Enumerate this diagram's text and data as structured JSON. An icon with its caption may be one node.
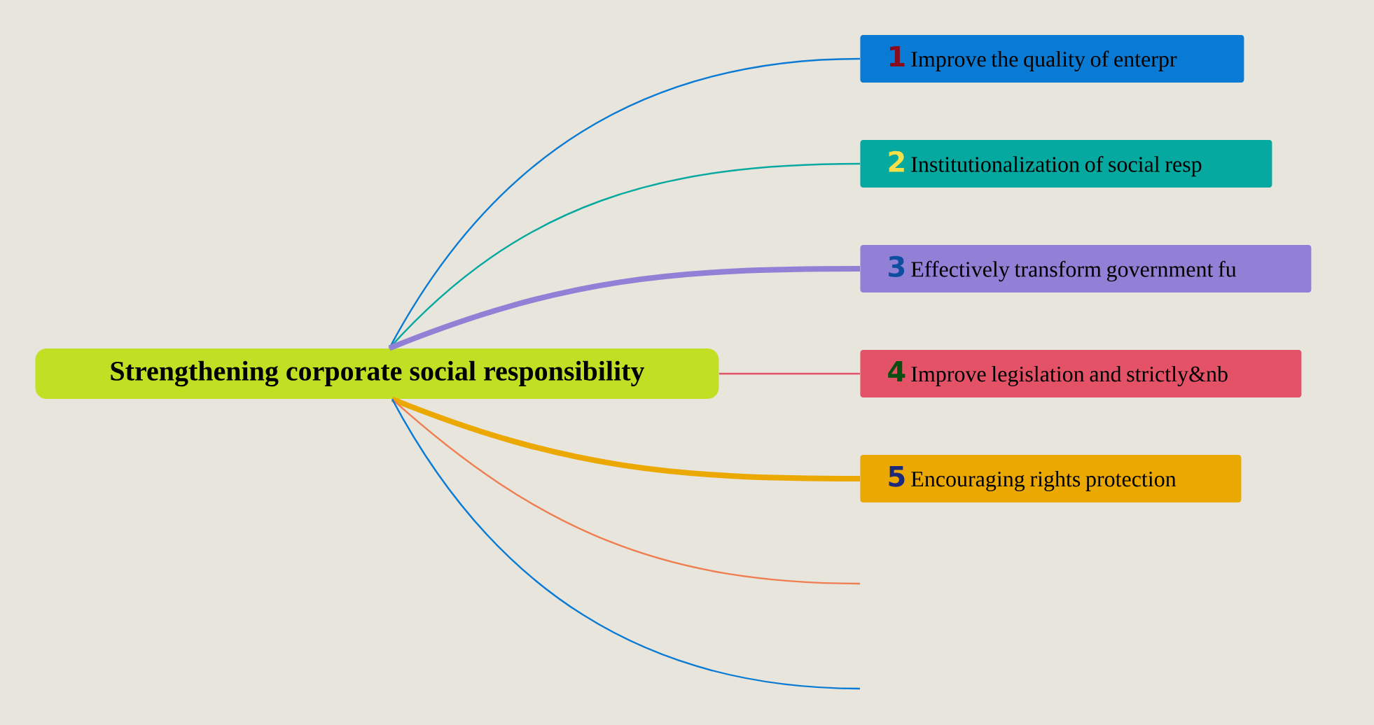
{
  "diagram": {
    "nodes": [
      {
        "text": [
          "Strengthening corporate social responsibility"
        ]
      },
      {
        "text": [
          "1",
          "Improve the quality of enterpr"
        ]
      },
      {
        "text": [
          "2",
          "Institutionalization of social resp"
        ]
      },
      {
        "text": [
          "3",
          "Effectively transform government fu"
        ]
      },
      {
        "text": [
          "4",
          "Improve legislation and strictly&nb"
        ]
      },
      {
        "text": [
          "5",
          "Encouraging rights protection"
        ]
      }
    ],
    "edges": [
      {
        "from": 0,
        "to": 1,
        "arrow": "none",
        "color": "#0a7bd4"
      },
      {
        "from": 0,
        "to": 2,
        "arrow": "none",
        "color": "#06a9a0"
      },
      {
        "from": 0,
        "to": 3,
        "arrow": "none",
        "style": "thick",
        "color": "#9180d6"
      },
      {
        "from": 0,
        "to": 4,
        "arrow": "none",
        "color": "#e35266"
      },
      {
        "from": 0,
        "to": 5,
        "arrow": "none",
        "style": "thick",
        "color": "#eba800"
      },
      {
        "from": 0,
        "to": null,
        "arrow": "none",
        "color": "#ef7d4f"
      },
      {
        "from": 0,
        "to": null,
        "arrow": "none",
        "color": "#0a7bd4"
      }
    ]
  }
}
